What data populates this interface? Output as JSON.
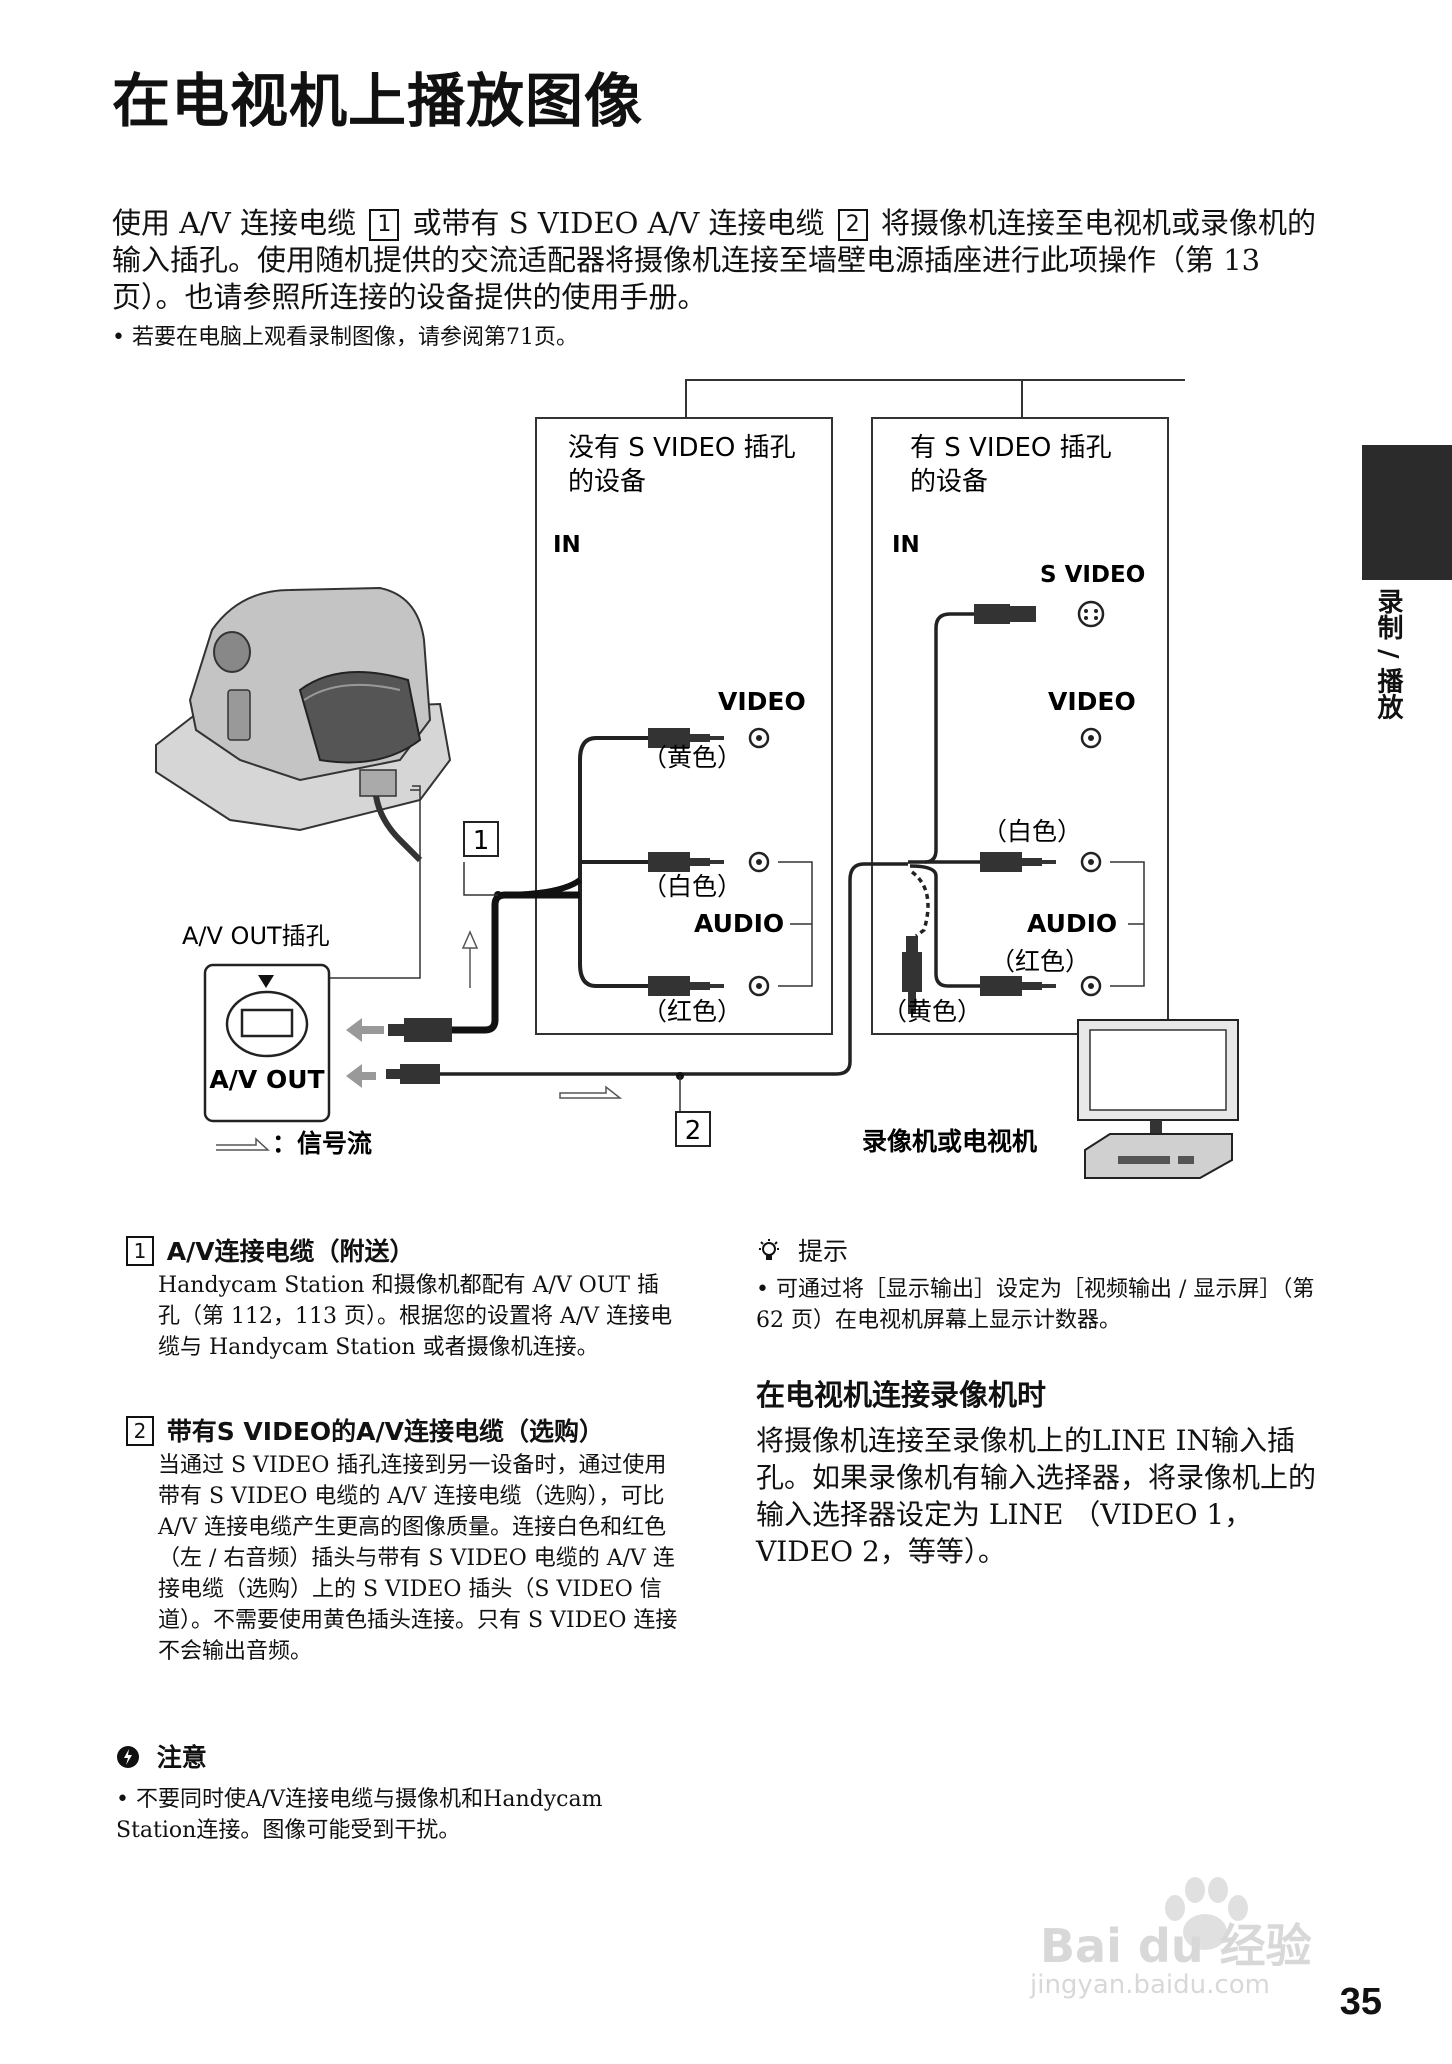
{
  "title": "在电视机上播放图像",
  "intro": {
    "part1": "使用 A/V 连接电缆",
    "num1": "1",
    "part2": "或带有 S VIDEO A/V 连接电缆",
    "num2": "2",
    "part3": "将摄像机连接至电视机或录像机的输入插孔。使用随机提供的交流适配器将摄像机连接至墙壁电源插座进行此项操作（第 13 页）。也请参照所连接的设备提供的使用手册。",
    "bullet": "• 若要在电脑上观看录制图像，请参阅第71页。"
  },
  "side_tab": "录制 / 播放",
  "diagram": {
    "box_left_title_1": "没有 S VIDEO 插孔",
    "box_left_title_2": "的设备",
    "box_right_title_1": "有 S VIDEO 插孔",
    "box_right_title_2": "的设备",
    "in_label": "IN",
    "svideo_label": "S VIDEO",
    "video_label": "VIDEO",
    "audio_label": "AUDIO",
    "yellow": "（黄色）",
    "white": "（白色）",
    "red": "（红色）",
    "av_out_jack": "A/V OUT插孔",
    "av_out_panel": "A/V OUT",
    "num1": "1",
    "num2": "2",
    "signal_flow": "：信号流",
    "vcr_tv": "录像机或电视机"
  },
  "notes": {
    "item1_num": "1",
    "item1_title": "A/V连接电缆（附送）",
    "item1_body": "Handycam Station 和摄像机都配有 A/V OUT 插孔（第 112，113 页）。根据您的设置将 A/V 连接电缆与 Handycam Station 或者摄像机连接。",
    "item2_num": "2",
    "item2_title": "带有S VIDEO的A/V连接电缆（选购）",
    "item2_body": "当通过 S VIDEO 插孔连接到另一设备时，通过使用带有 S VIDEO 电缆的 A/V 连接电缆（选购），可比 A/V 连接电缆产生更高的图像质量。连接白色和红色（左 / 右音频）插头与带有 S VIDEO 电缆的 A/V 连接电缆（选购）上的 S VIDEO 插头（S VIDEO 信道）。不需要使用黄色插头连接。只有 S VIDEO 连接不会输出音频。",
    "caution_title": "注意",
    "caution_body": "• 不要同时使A/V连接电缆与摄像机和Handycam Station连接。图像可能受到干扰。",
    "tip_title": "提示",
    "tip_body": "• 可通过将［显示输出］设定为［视频输出 / 显示屏］（第 62 页）在电视机屏幕上显示计数器。",
    "vcr_heading": "在电视机连接录像机时",
    "vcr_body": "将摄像机连接至录像机上的LINE IN输入插孔。如果录像机有输入选择器，将录像机上的输入选择器设定为 LINE （VIDEO 1，VIDEO 2，等等）。"
  },
  "page_number": "35",
  "watermark": {
    "brand": "Bai du 经验",
    "url": "jingyan.baidu.com"
  }
}
